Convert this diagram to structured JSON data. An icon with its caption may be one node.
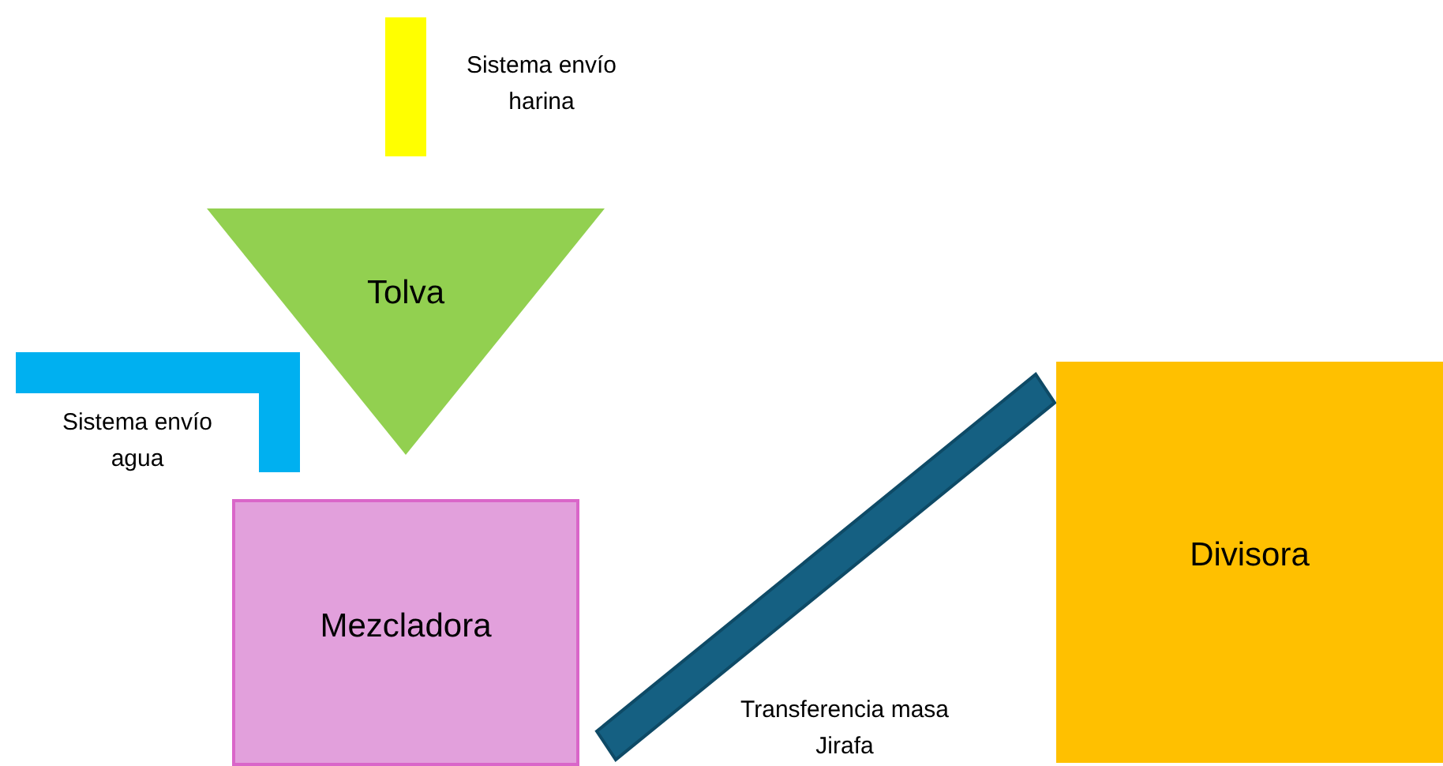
{
  "diagram": {
    "nodes": [
      {
        "text": [],
        "shape": "bar",
        "beside": [
          "Sistema envío harina"
        ]
      },
      {
        "text": [
          "Tolva"
        ]
      },
      {
        "text": [],
        "shape": "bar",
        "beside": [
          "Sistema envío agua"
        ]
      },
      {
        "text": [
          "Mezcladora"
        ]
      },
      {
        "text": [],
        "shape": "bar",
        "beside": [
          "Transferencia masa Jirafa"
        ]
      },
      {
        "text": [
          "Divisora"
        ]
      }
    ]
  }
}
